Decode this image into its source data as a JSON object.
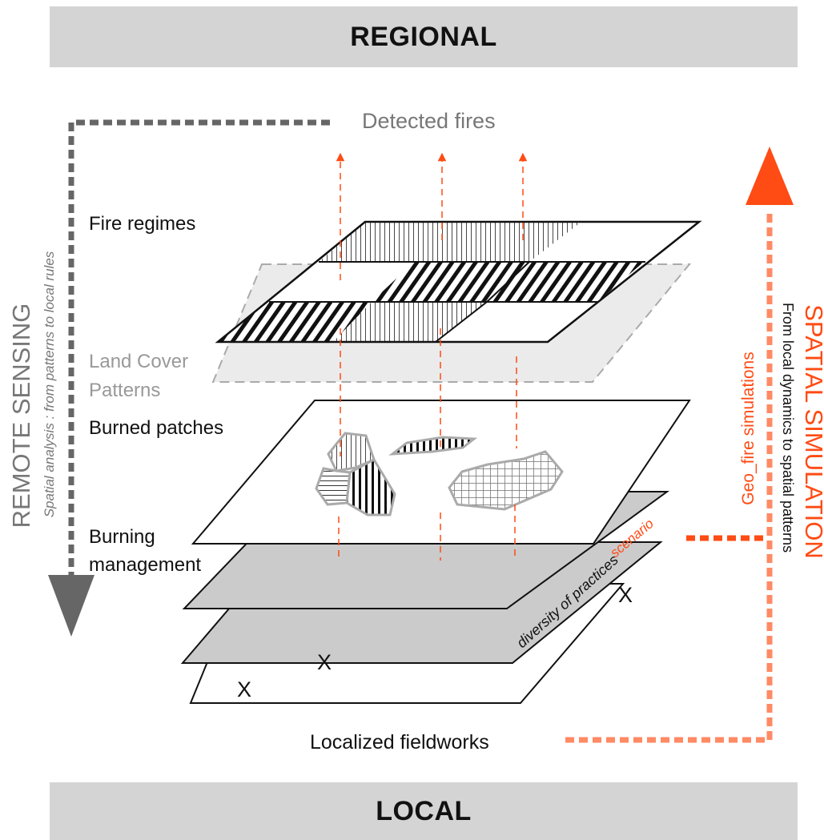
{
  "header": {
    "title": "REGIONAL"
  },
  "footer": {
    "title": "LOCAL"
  },
  "top_label": "Detected fires",
  "left_axis": {
    "title": "REMOTE SENSING",
    "subtitle": "Spatial analysis : from patterns to local rules",
    "arrow_color": "#666666"
  },
  "right_axis": {
    "title": "SPATIAL SIMULATION",
    "subtitle": "From local dynamics to spatial patterns",
    "side_label": "Geo_fire simulations",
    "arrow_color": "#ff4b14"
  },
  "layers": {
    "fire_regimes": "Fire regimes",
    "land_cover_line1": "Land Cover",
    "land_cover_line2": "Patterns",
    "burned_patches": "Burned patches",
    "burning_management_line1": "Burning",
    "burning_management_line2": "management",
    "scenario": "scenario",
    "diversity": "diversity of practices",
    "fieldworks": "Localized fieldworks"
  },
  "markers": {
    "x1": "X",
    "x2": "X",
    "x3": "X"
  },
  "colors": {
    "accent": "#ff4b14",
    "grey": "#888888",
    "band": "#d4d4d4"
  }
}
